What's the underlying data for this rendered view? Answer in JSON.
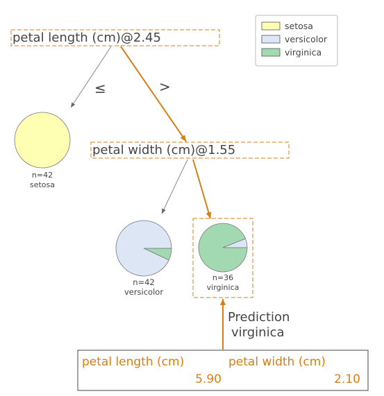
{
  "colors": {
    "setosa": "#feffb3",
    "versicolor": "#dce6f4",
    "virginica": "#a3d9b1",
    "highlight": "#d97e14",
    "edge": "#888888",
    "text": "#444444"
  },
  "legend": [
    {
      "label": "setosa",
      "color": "#feffb3"
    },
    {
      "label": "versicolor",
      "color": "#dce6f4"
    },
    {
      "label": "virginica",
      "color": "#a3d9b1"
    }
  ],
  "root_split": {
    "label": "petal length (cm)@2.45"
  },
  "inner_split": {
    "label": "petal width (cm)@1.55"
  },
  "edge_labels": {
    "left": "≤",
    "right": ">"
  },
  "leaves": [
    {
      "id": "setosa",
      "count": "n=42",
      "class": "setosa",
      "proportions": {
        "setosa": 1.0,
        "versicolor": 0.0,
        "virginica": 0.0
      }
    },
    {
      "id": "versicolor",
      "count": "n=42",
      "class": "versicolor",
      "proportions": {
        "setosa": 0.0,
        "versicolor": 0.93,
        "virginica": 0.07
      }
    },
    {
      "id": "virginica",
      "count": "n=36",
      "class": "virginica",
      "proportions": {
        "setosa": 0.0,
        "versicolor": 0.06,
        "virginica": 0.94
      }
    }
  ],
  "prediction": {
    "line1": "Prediction",
    "line2": "virginica"
  },
  "instance": {
    "feature1_name": "petal length (cm)",
    "feature1_value": "5.90",
    "feature2_name": "petal width (cm)",
    "feature2_value": "2.10"
  }
}
